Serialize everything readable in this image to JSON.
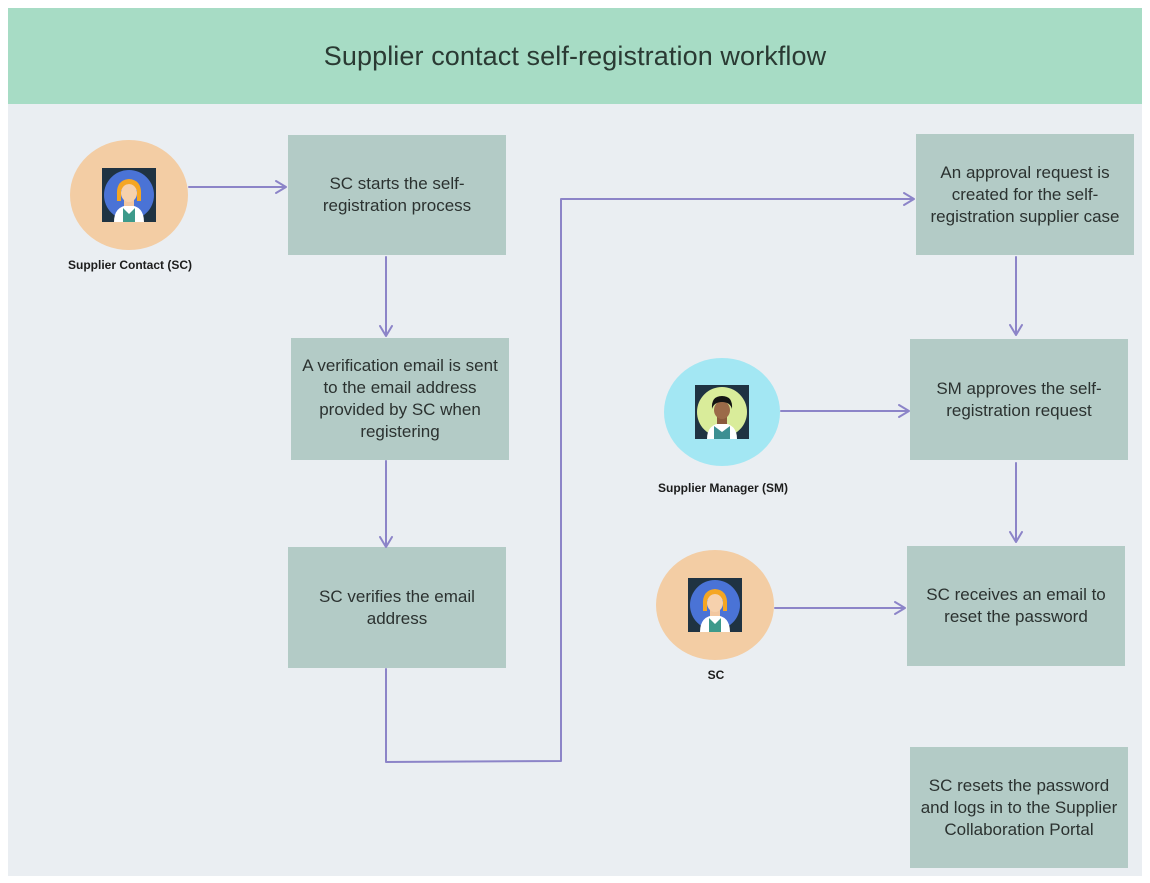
{
  "title": "Supplier contact self-registration workflow",
  "actors": {
    "supplier_contact": {
      "label": "Supplier Contact (SC)",
      "icon": "woman-avatar-icon"
    },
    "supplier_manager": {
      "label": "Supplier Manager (SM)",
      "icon": "man-avatar-icon"
    },
    "sc": {
      "label": "SC",
      "icon": "woman-avatar-icon"
    }
  },
  "steps": [
    "SC starts the self-registration process",
    "A verification email is sent to the email address provided by SC when registering",
    "SC verifies the email address",
    "An approval request is created for the self-registration supplier case",
    "SM approves the self-registration request",
    "SC receives an email to reset the password",
    "SC resets the password and logs in to the Supplier Collaboration Portal"
  ],
  "colors": {
    "header": "#a7dcc5",
    "background": "#eaeef2",
    "step_box": "#b3cbc6",
    "connector": "#8c84c8",
    "avatar_peach": "#f3cda4",
    "avatar_cyan": "#a3e7f3"
  }
}
